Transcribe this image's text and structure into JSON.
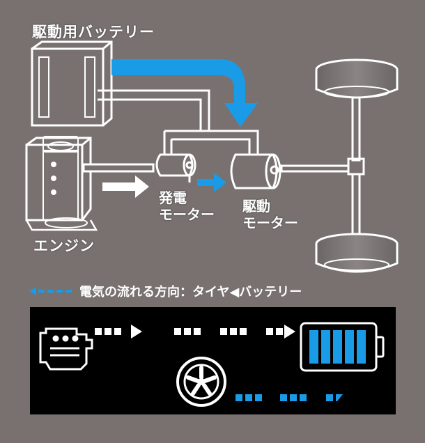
{
  "labels": {
    "battery": "駆動用バッテリー",
    "engine": "エンジン",
    "generator_motor": [
      "発電",
      "モーター"
    ],
    "drive_motor": [
      "駆動",
      "モーター"
    ]
  },
  "legend": {
    "text": "電気の流れる方向：タイヤ◀バッテリー"
  },
  "colors": {
    "background": "#787170",
    "flow_arrow": "#1a9be8",
    "panel_background": "#000000",
    "panel_line": "#ffffff",
    "panel_accent": "#1a9be8"
  },
  "icons": {
    "engine": "engine-icon",
    "tire": "tire-icon",
    "battery": "battery-icon"
  },
  "battery_gauge": {
    "bars_filled": 5,
    "bars_total": 5
  }
}
